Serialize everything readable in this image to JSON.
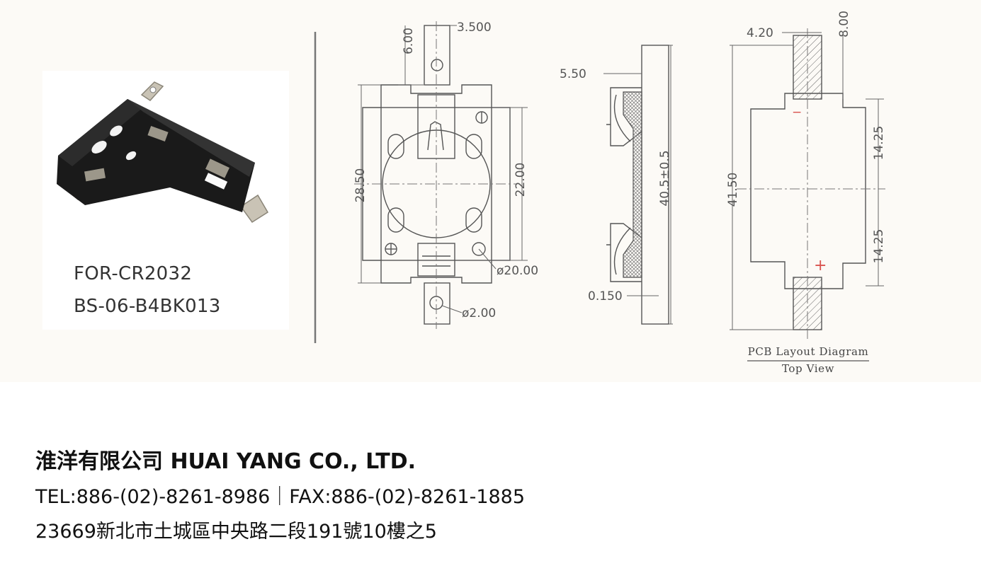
{
  "product": {
    "line1": "FOR-CR2032",
    "line2": "BS-06-B4BK013"
  },
  "front_view": {
    "dim_top_offset": "6.00",
    "dim_tab_width": "3.500",
    "dim_body_height": "28.50",
    "dim_inner_height": "22.00",
    "dim_cell_diameter": "ø20.00",
    "dim_hole_diameter": "ø2.00"
  },
  "side_view": {
    "dim_depth": "5.50",
    "dim_total_height": "40.5±0.5",
    "dim_thickness": "0.150"
  },
  "pcb_layout": {
    "dim_pad_offset": "4.20",
    "dim_pad_height": "8.00",
    "dim_total_length": "41.50",
    "dim_upper_half": "14.25",
    "dim_lower_half": "14.25",
    "minus_symbol": "−",
    "plus_symbol": "+",
    "caption_title": "PCB Layout Diagram",
    "caption_subtitle": "Top View"
  },
  "company": {
    "name": "淮洋有限公司 HUAI YANG CO., LTD.",
    "contact": "TEL:886-(02)-8261-8986｜FAX:886-(02)-8261-1885",
    "address": "23669新北市土城區中央路二段191號10樓之5"
  },
  "colors": {
    "panel_bg": "#fcfaf6",
    "line": "#555555",
    "plus_mark": "#d9534f"
  }
}
